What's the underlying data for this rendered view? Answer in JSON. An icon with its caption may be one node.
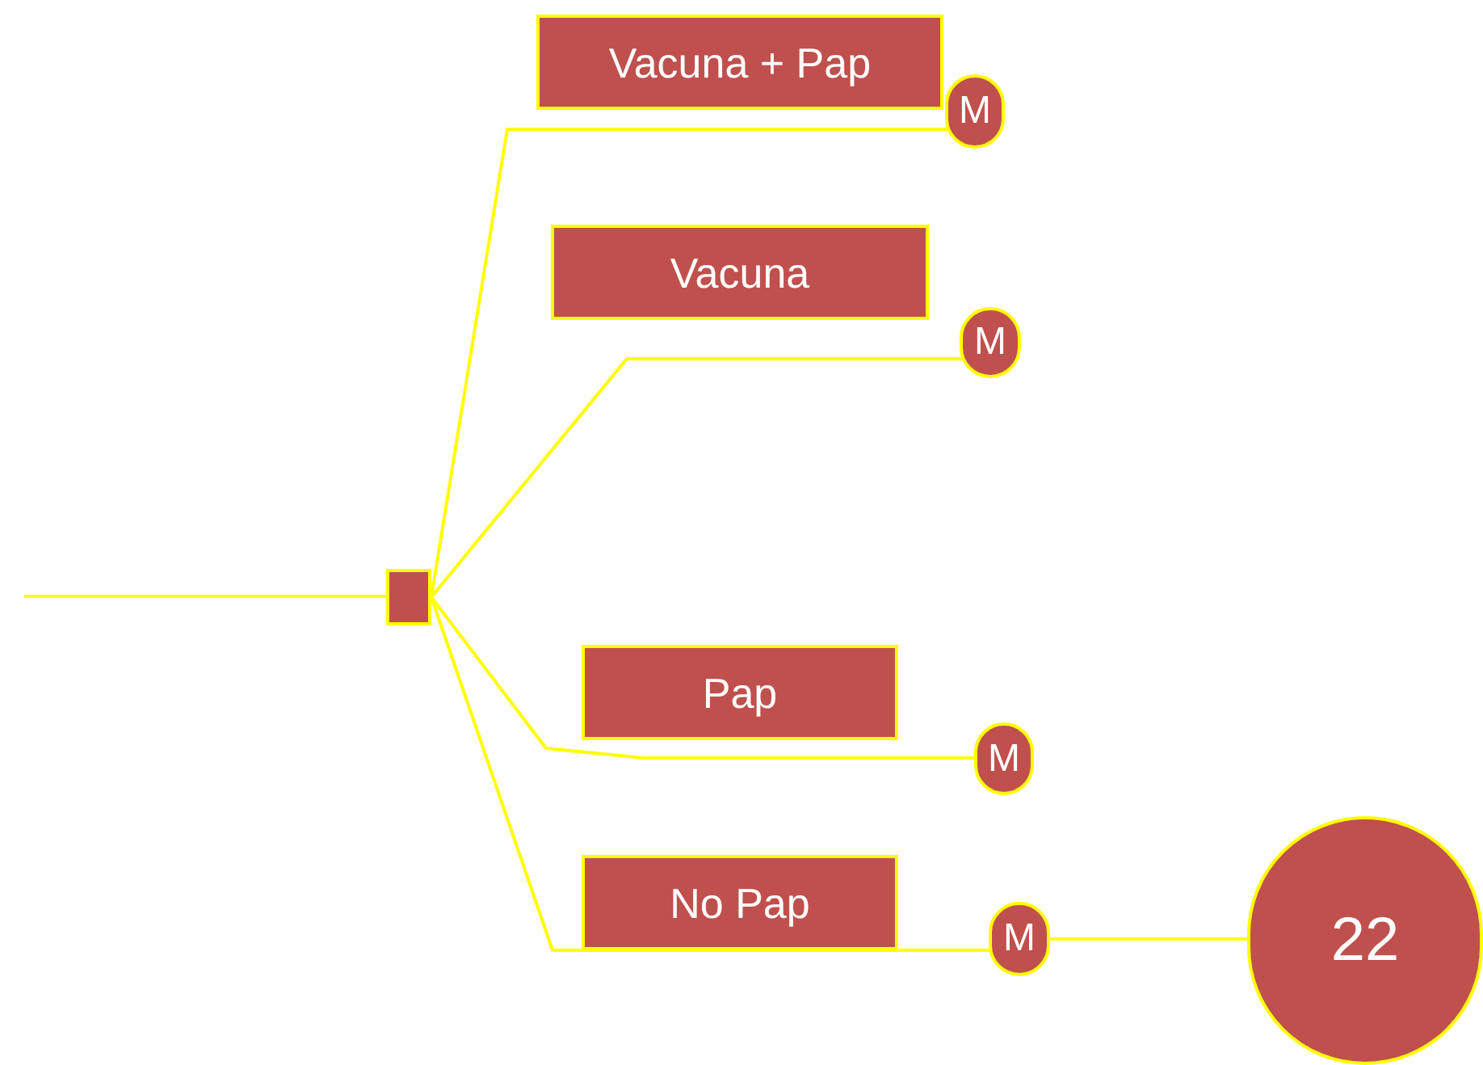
{
  "diagram": {
    "nodes": [
      {
        "text": [],
        "shape": "box"
      },
      {
        "text": [
          "Vacuna + Pap"
        ]
      },
      {
        "text": [
          "M"
        ]
      },
      {
        "text": [
          "Vacuna"
        ]
      },
      {
        "text": [
          "M"
        ]
      },
      {
        "text": [
          "Pap"
        ]
      },
      {
        "text": [
          "M"
        ]
      },
      {
        "text": [
          "No Pap"
        ]
      },
      {
        "text": [
          "M"
        ]
      },
      {
        "text": [
          "22"
        ]
      }
    ],
    "edges": [
      {
        "from": null,
        "to": 0,
        "arrow": "none"
      },
      {
        "from": 0,
        "to": 2,
        "arrow": "none"
      },
      {
        "from": 0,
        "to": 4,
        "arrow": "none"
      },
      {
        "from": 0,
        "to": 6,
        "arrow": "none"
      },
      {
        "from": 0,
        "to": 8,
        "arrow": "none"
      },
      {
        "from": 8,
        "to": 9,
        "arrow": "none"
      }
    ]
  }
}
